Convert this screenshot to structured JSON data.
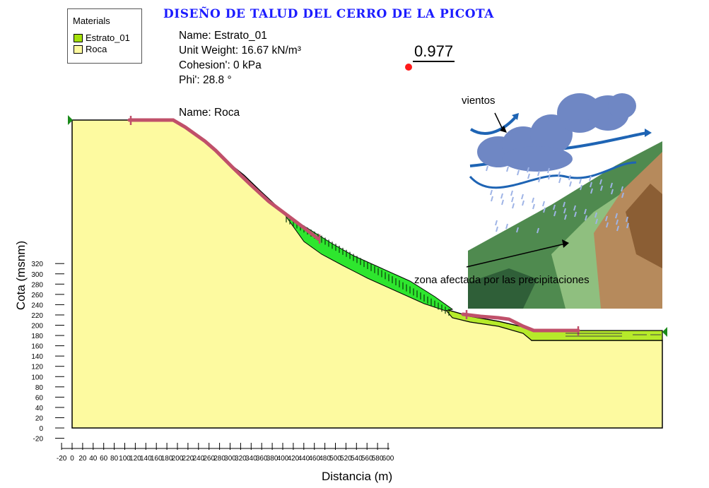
{
  "title": "DISEÑO DE TALUD DEL CERRO DE LA PICOTA",
  "legend": {
    "title": "Materials",
    "items": [
      {
        "label": "Estrato_01",
        "color": "#a4e00a"
      },
      {
        "label": "Roca",
        "color": "#fdfaa0"
      }
    ]
  },
  "material_props": {
    "estrato": {
      "name": "Name: Estrato_01",
      "unit_weight": "Unit Weight: 16.67 kN/m³",
      "cohesion": "Cohesion': 0 kPa",
      "phi": "Phi': 28.8 °"
    },
    "roca": {
      "name": "Name: Roca"
    }
  },
  "factor_of_safety": "0.977",
  "annotations": {
    "winds": "vientos",
    "zone": "zona afectada por las precipitaciones"
  },
  "axes": {
    "xlabel": "Distancia (m)",
    "ylabel": "Cota (msnm)",
    "x_ticks": [
      "-20",
      "0",
      "20",
      "40",
      "60",
      "80",
      "100",
      "120",
      "140",
      "160",
      "180",
      "200",
      "220",
      "240",
      "260",
      "280",
      "300",
      "320",
      "340",
      "360",
      "380",
      "400",
      "420",
      "440",
      "460",
      "480",
      "500",
      "520",
      "540",
      "560",
      "580",
      "600"
    ],
    "y_ticks": [
      "-20",
      "0",
      "20",
      "40",
      "60",
      "80",
      "100",
      "120",
      "140",
      "160",
      "180",
      "200",
      "220",
      "240",
      "260",
      "280",
      "300",
      "320"
    ]
  },
  "colors": {
    "rock": "#fdfaa0",
    "stratum": "#a4e00a",
    "green_band": "#2ee62e",
    "slip_surface": "#c0506a",
    "support": "#1a8a1a",
    "title": "#1c1cff"
  }
}
